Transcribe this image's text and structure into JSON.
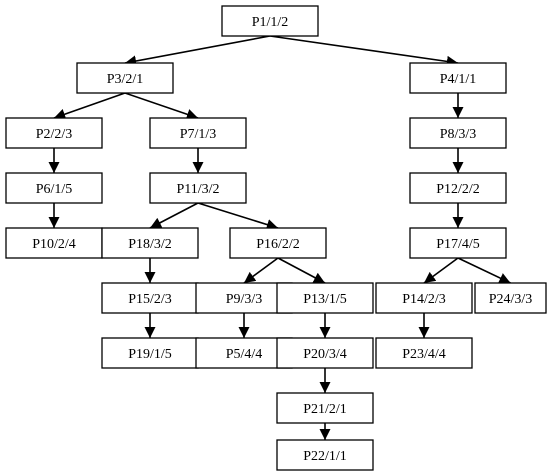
{
  "diagram": {
    "type": "tree",
    "nodes": [
      {
        "id": "n1",
        "label": "P1/1/2"
      },
      {
        "id": "n3",
        "label": "P3/2/1"
      },
      {
        "id": "n4",
        "label": "P4/1/1"
      },
      {
        "id": "n2",
        "label": "P2/2/3"
      },
      {
        "id": "n7",
        "label": "P7/1/3"
      },
      {
        "id": "n8",
        "label": "P8/3/3"
      },
      {
        "id": "n6",
        "label": "P6/1/5"
      },
      {
        "id": "n11",
        "label": "P11/3/2"
      },
      {
        "id": "n12",
        "label": "P12/2/2"
      },
      {
        "id": "n10",
        "label": "P10/2/4"
      },
      {
        "id": "n18",
        "label": "P18/3/2"
      },
      {
        "id": "n16",
        "label": "P16/2/2"
      },
      {
        "id": "n17",
        "label": "P17/4/5"
      },
      {
        "id": "n15",
        "label": "P15/2/3"
      },
      {
        "id": "n9",
        "label": "P9/3/3"
      },
      {
        "id": "n13",
        "label": "P13/1/5"
      },
      {
        "id": "n14",
        "label": "P14/2/3"
      },
      {
        "id": "n24",
        "label": "P24/3/3"
      },
      {
        "id": "n19",
        "label": "P19/1/5"
      },
      {
        "id": "n5",
        "label": "P5/4/4"
      },
      {
        "id": "n20",
        "label": "P20/3/4"
      },
      {
        "id": "n23",
        "label": "P23/4/4"
      },
      {
        "id": "n21",
        "label": "P21/2/1"
      },
      {
        "id": "n22",
        "label": "P22/1/1"
      }
    ],
    "edges": [
      {
        "from": "n1",
        "to": "n3"
      },
      {
        "from": "n1",
        "to": "n4"
      },
      {
        "from": "n3",
        "to": "n2"
      },
      {
        "from": "n3",
        "to": "n7"
      },
      {
        "from": "n2",
        "to": "n6"
      },
      {
        "from": "n6",
        "to": "n10"
      },
      {
        "from": "n7",
        "to": "n11"
      },
      {
        "from": "n11",
        "to": "n18"
      },
      {
        "from": "n11",
        "to": "n16"
      },
      {
        "from": "n18",
        "to": "n15"
      },
      {
        "from": "n15",
        "to": "n19"
      },
      {
        "from": "n16",
        "to": "n9"
      },
      {
        "from": "n16",
        "to": "n13"
      },
      {
        "from": "n9",
        "to": "n5"
      },
      {
        "from": "n13",
        "to": "n20"
      },
      {
        "from": "n20",
        "to": "n21"
      },
      {
        "from": "n21",
        "to": "n22"
      },
      {
        "from": "n4",
        "to": "n8"
      },
      {
        "from": "n8",
        "to": "n12"
      },
      {
        "from": "n12",
        "to": "n17"
      },
      {
        "from": "n17",
        "to": "n14"
      },
      {
        "from": "n17",
        "to": "n24"
      },
      {
        "from": "n14",
        "to": "n23"
      }
    ]
  }
}
